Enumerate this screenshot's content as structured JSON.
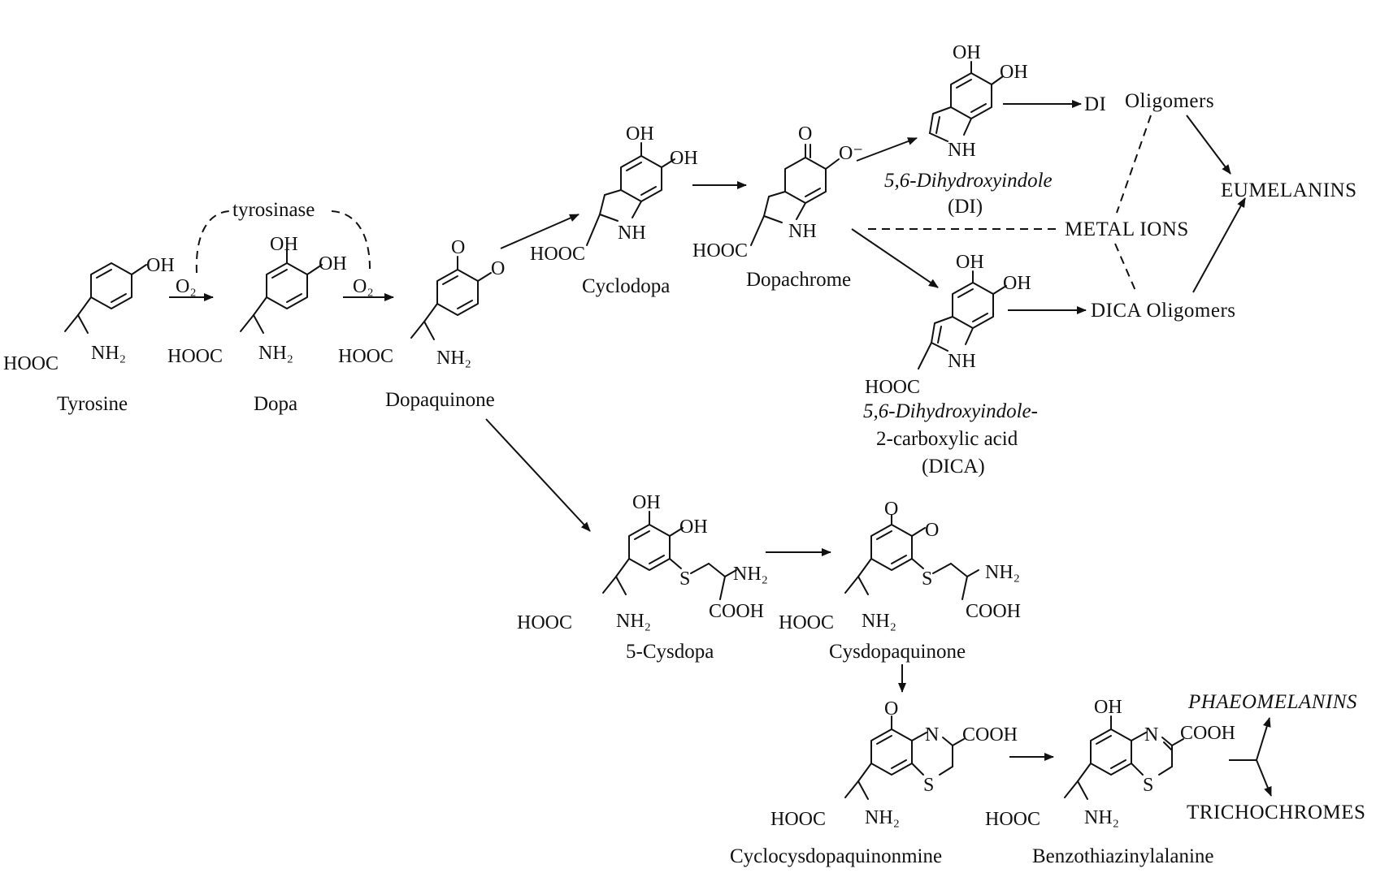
{
  "compounds": {
    "tyrosine": "Tyrosine",
    "dopa": "Dopa",
    "dopaquinone": "Dopaquinone",
    "cyclodopa": "Cyclodopa",
    "dopachrome": "Dopachrome",
    "di_name": "5,6-Dihydroxyindole",
    "di_abbr": "(DI)",
    "dica_name_1": "5,6-Dihydroxyindole-",
    "dica_name_2": "2-carboxylic  acid",
    "dica_abbr": "(DICA)",
    "cysdopa": "5-Cysdopa",
    "cysdopaquinone": "Cysdopaquinone",
    "cyclocys": "Cyclocysdopaquinonmine",
    "benzothiazinyl": "Benzothiazinylalanine"
  },
  "products": {
    "di_oligomers_prefix": "DI",
    "di_oligomers": "Oligomers",
    "dica_oligomers": "DICA Oligomers",
    "metal_ions": "METAL IONS",
    "eumelanins": "EUMELANINS",
    "phaeomelanins": "PHAEOMELANINS",
    "trichochromes": "TRICHOCHROMES"
  },
  "enzyme": {
    "label": "tyrosinase"
  },
  "atoms": {
    "oh": "OH",
    "o": "O",
    "o_minus": "O⁻",
    "nh": "NH",
    "nh2": "NH₂",
    "hooc": "HOOC",
    "cooh": "COOH",
    "s": "S",
    "n": "N",
    "o2": "O₂"
  }
}
